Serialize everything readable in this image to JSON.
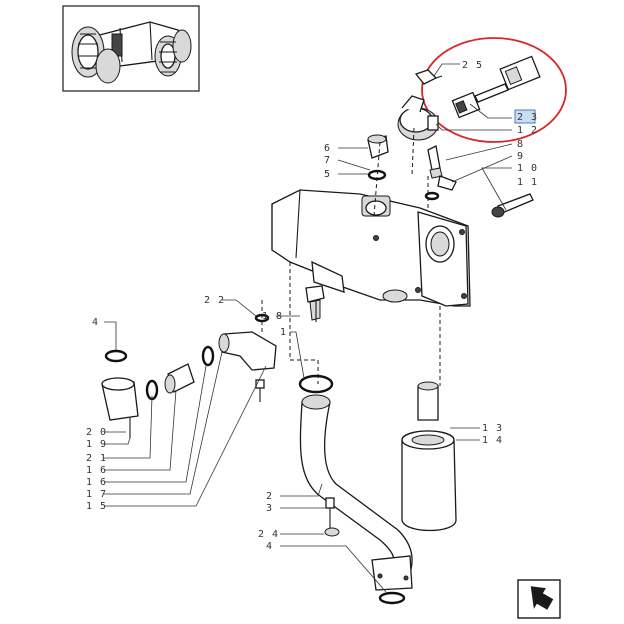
{
  "diagram": {
    "colors": {
      "line": "#1a1a1a",
      "highlight_circle": "#d9252b",
      "selected_label_bg": "#c9dcf2",
      "selected_label_border": "#4a78c2"
    },
    "icons": {
      "thumbnail": "tractor-thumbnail",
      "nav": "return-arrow-icon"
    },
    "selected_callout": "23",
    "callouts": [
      {
        "id": "c25",
        "text": "25"
      },
      {
        "id": "c23",
        "text": "23"
      },
      {
        "id": "c12",
        "text": "12"
      },
      {
        "id": "c8",
        "text": "8"
      },
      {
        "id": "c9",
        "text": "9"
      },
      {
        "id": "c10",
        "text": "10"
      },
      {
        "id": "c11",
        "text": "11"
      },
      {
        "id": "c6",
        "text": "6"
      },
      {
        "id": "c7",
        "text": "7"
      },
      {
        "id": "c5",
        "text": "5"
      },
      {
        "id": "c22",
        "text": "22"
      },
      {
        "id": "c18",
        "text": "18"
      },
      {
        "id": "c1",
        "text": "1"
      },
      {
        "id": "c4a",
        "text": "4"
      },
      {
        "id": "c20",
        "text": "20"
      },
      {
        "id": "c19",
        "text": "19"
      },
      {
        "id": "c21",
        "text": "21"
      },
      {
        "id": "c16a",
        "text": "16"
      },
      {
        "id": "c16b",
        "text": "16"
      },
      {
        "id": "c17",
        "text": "17"
      },
      {
        "id": "c15",
        "text": "15"
      },
      {
        "id": "c13",
        "text": "13"
      },
      {
        "id": "c14",
        "text": "14"
      },
      {
        "id": "c2",
        "text": "2"
      },
      {
        "id": "c3",
        "text": "3"
      },
      {
        "id": "c24",
        "text": "24"
      },
      {
        "id": "c4b",
        "text": "4"
      }
    ]
  }
}
